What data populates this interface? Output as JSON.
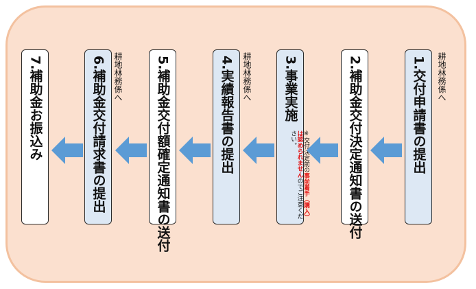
{
  "steps": [
    {
      "num": "1.",
      "label": "交付申請書の提出",
      "note": "耕地林務係へ"
    },
    {
      "num": "2.",
      "label": "補助金交付決定通知書の送付"
    },
    {
      "num": "3.",
      "label": "事業実施",
      "caution_prefix": "※交付決定前の",
      "caution_red": "事前着手（購入）は認められません",
      "caution_suffix": "のでご注意ください。"
    },
    {
      "num": "4.",
      "label": "実績報告書の提出",
      "note": "耕地林務係へ"
    },
    {
      "num": "5.",
      "label": "補助金交付額確定通知書の送付"
    },
    {
      "num": "6.",
      "label": "補助金交付請求書の提出",
      "note": "耕地林務係へ"
    },
    {
      "num": "7.",
      "label": "補助金お振込み"
    }
  ],
  "colors": {
    "frame_fill": "#fbe0cf",
    "frame_border": "#f3c19f",
    "box_blue": "#dde8f4",
    "box_white": "#ffffff",
    "arrow": "#5b9bd5",
    "warning_red": "#e01010"
  },
  "icons": [
    "arrow-left-icon"
  ]
}
